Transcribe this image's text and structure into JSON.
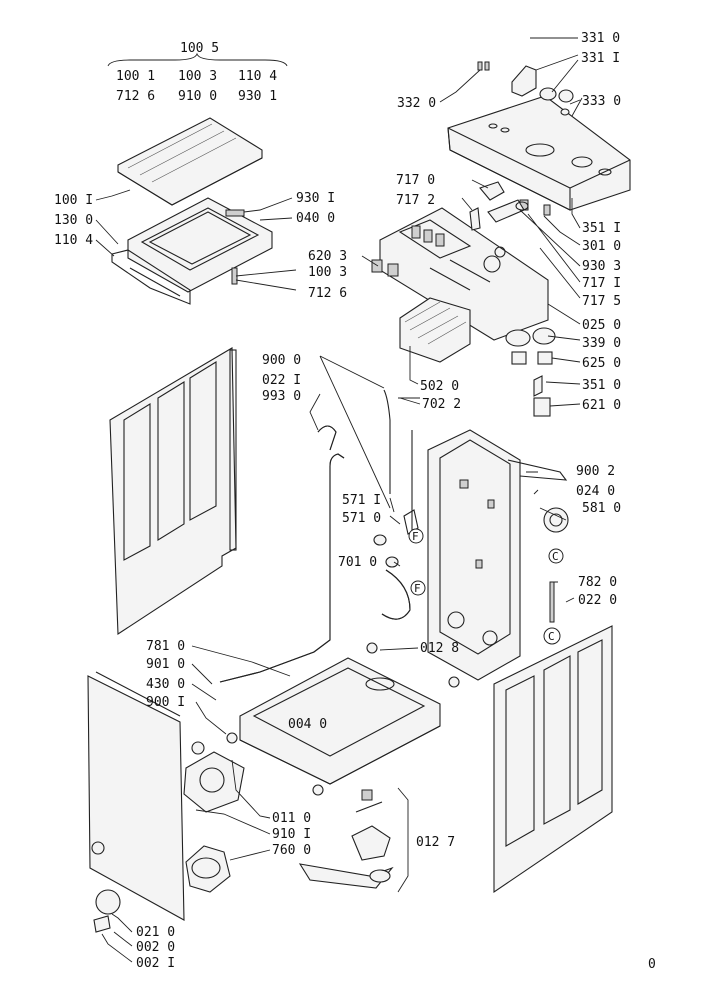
{
  "diagram": {
    "group_header": {
      "main": "100 5",
      "row1": [
        "100 1",
        "100 3",
        "110 4"
      ],
      "row2": [
        "712 6",
        "910 0",
        "930 1"
      ]
    },
    "labels": {
      "l3310": "331 0",
      "l3311": "331 I",
      "l3320": "332 0",
      "l3330": "333 0",
      "l3511": "351 I",
      "l3010": "301 0",
      "l7170": "717 0",
      "l7172": "717 2",
      "l9303": "930 3",
      "l7171": "717 I",
      "l7175": "717 5",
      "l0250": "025 0",
      "l3390": "339 0",
      "l6250": "625 0",
      "l3510": "351 0",
      "l6210": "621 0",
      "l1001": "100 I",
      "l1300": "130 0",
      "l1104": "110 4",
      "l9301": "930 I",
      "l0400": "040 0",
      "l6203": "620 3",
      "l1003": "100 3",
      "l7126": "712 6",
      "l5020": "502 0",
      "l9000": "900 0",
      "l0221": "022 I",
      "l9930": "993 0",
      "l7022": "702 2",
      "l9002": "900 2",
      "l0240": "024 0",
      "l5810": "581 0",
      "l5711": "571 I",
      "l5710": "571 0",
      "l7010": "701 0",
      "l7820": "782 0",
      "l0220": "022 0",
      "l7810": "781 0",
      "l9010": "901 0",
      "l4300": "430 0",
      "l9001": "900 I",
      "l0128": "012 8",
      "l0040": "004 0",
      "l0110": "011 0",
      "l9101": "910 I",
      "l7600": "760 0",
      "l0127": "012 7",
      "l0210": "021 0",
      "l0020": "002 0",
      "l0021": "002 I"
    },
    "callouts": {
      "c1": "F",
      "c2": "F",
      "c3": "C",
      "c4": "C"
    },
    "page_mark": "0"
  }
}
